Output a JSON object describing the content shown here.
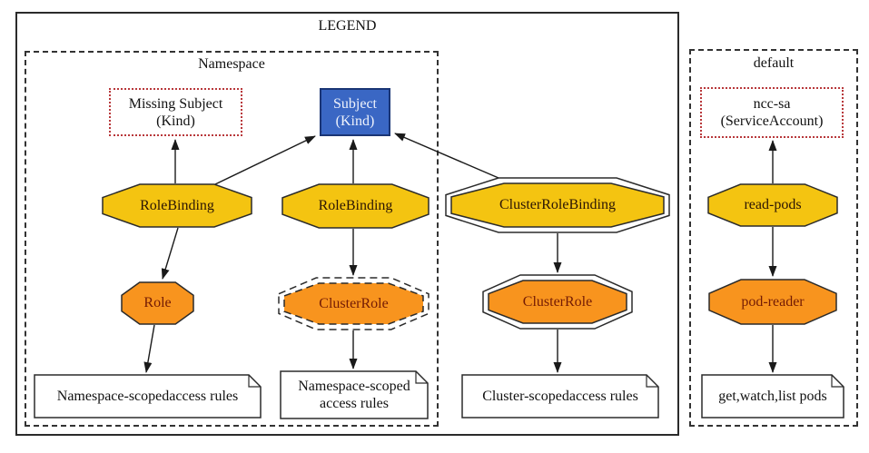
{
  "colors": {
    "gold": "#F4C411",
    "orange": "#F8941E",
    "subject_blue": "#3A67C4",
    "subject_border": "#1A3575",
    "subject_text": "#EFF3FC",
    "missing_red": "#B8383B",
    "binding_text": "#2B1504",
    "role_text": "#731B04",
    "line": "#1A1A1A",
    "border": "#2B2B2B"
  },
  "legend": {
    "title": "LEGEND"
  },
  "clusters": {
    "namespace": {
      "label": "Namespace"
    },
    "default_ns": {
      "label": "default"
    }
  },
  "nodes": {
    "missing_subject": {
      "line1": "Missing Subject",
      "line2": "(Kind)"
    },
    "subject": {
      "line1": "Subject",
      "line2": "(Kind)"
    },
    "rolebinding_left": {
      "label": "RoleBinding"
    },
    "rolebinding_mid": {
      "label": "RoleBinding"
    },
    "clusterrolebinding": {
      "label": "ClusterRoleBinding"
    },
    "role": {
      "label": "Role"
    },
    "clusterrole_namespaced": {
      "label": "ClusterRole"
    },
    "clusterrole_cluster": {
      "label": "ClusterRole"
    },
    "read_pods": {
      "label": "read-pods"
    },
    "pod_reader": {
      "label": "pod-reader"
    },
    "ncc_sa": {
      "line1": "ncc-sa",
      "line2": "(ServiceAccount)"
    }
  },
  "notes": {
    "namespace_rules_left": {
      "label": "Namespace-scopedaccess rules"
    },
    "namespace_rules_mid": {
      "line1": "Namespace-scoped",
      "line2": "access rules"
    },
    "cluster_rules": {
      "label": "Cluster-scopedaccess rules"
    },
    "verbs": {
      "label": "get,watch,list pods"
    }
  }
}
